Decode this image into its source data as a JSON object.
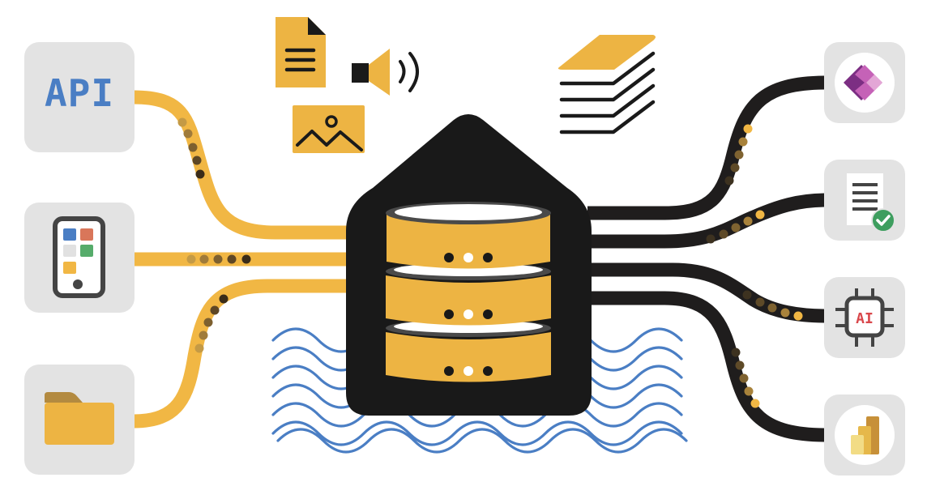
{
  "diagram": {
    "title": "",
    "colors": {
      "accent_orange": "#f1b744",
      "pipe_black": "#1c1b1b",
      "house_black": "#191919",
      "node_bg": "#e3e3e3",
      "wave_blue": "#4a7ec4",
      "api_blue": "#4a7ec4",
      "ai_red": "#d9474b",
      "check_green": "#3e9e5f"
    },
    "sources": [
      {
        "id": "api",
        "label": "API",
        "icon": "api-text-icon"
      },
      {
        "id": "mobile-app",
        "label": "",
        "icon": "mobile-phone-icon"
      },
      {
        "id": "files",
        "label": "",
        "icon": "folder-icon"
      }
    ],
    "data_types": [
      {
        "id": "document",
        "icon": "document-icon"
      },
      {
        "id": "audio",
        "icon": "speaker-icon"
      },
      {
        "id": "image",
        "icon": "image-icon"
      },
      {
        "id": "layers",
        "icon": "stacked-layers-icon"
      }
    ],
    "center": {
      "id": "data-lakehouse",
      "icon": "house-database-icon",
      "database_tiers": 3,
      "water": "wave-lines"
    },
    "destinations": [
      {
        "id": "power-apps",
        "label": "",
        "icon": "power-apps-icon"
      },
      {
        "id": "validated-report",
        "label": "",
        "icon": "checked-document-icon"
      },
      {
        "id": "ai",
        "label": "AI",
        "icon": "ai-chip-icon"
      },
      {
        "id": "power-bi",
        "label": "",
        "icon": "power-bi-icon"
      }
    ]
  }
}
